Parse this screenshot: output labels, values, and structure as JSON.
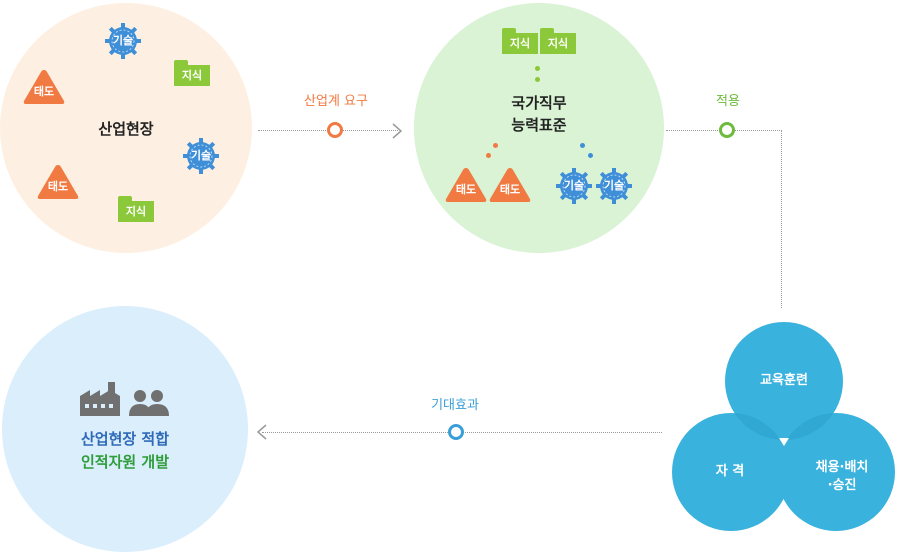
{
  "industry": {
    "title": "산업현장",
    "skill": "기술",
    "knowledge": "지식",
    "attitude": "태도"
  },
  "arrow_demand": {
    "label": "산업계 요구"
  },
  "ncs": {
    "title_line1": "국가직무",
    "title_line2": "능력표준",
    "knowledge": "지식",
    "skill": "기술",
    "attitude": "태도"
  },
  "arrow_apply": {
    "label": "적용"
  },
  "venn": {
    "top": "교육훈련",
    "left": "자 격",
    "right_line1": "채용·배치",
    "right_line2": "·승진"
  },
  "arrow_effect": {
    "label": "기대효과"
  },
  "result": {
    "line1": "산업현장 적합",
    "line2": "인적자원 개발",
    "factory_icon": "factory-icon",
    "people_icon": "people-icon"
  },
  "colors": {
    "industry_bg": "#fdf0e2",
    "ncs_bg": "#d9f3d4",
    "result_bg": "#daeefc",
    "knowledge_green": "#8bc83a",
    "skill_blue": "#3f8fd8",
    "attitude_orange": "#f07a42",
    "venn_blue": "#3ab2de",
    "demand_label": "#f07a42",
    "apply_label": "#6dbb3c",
    "effect_label": "#3a9fd6",
    "result_line1": "#2f6ab8",
    "result_line2": "#2e9d3a"
  }
}
